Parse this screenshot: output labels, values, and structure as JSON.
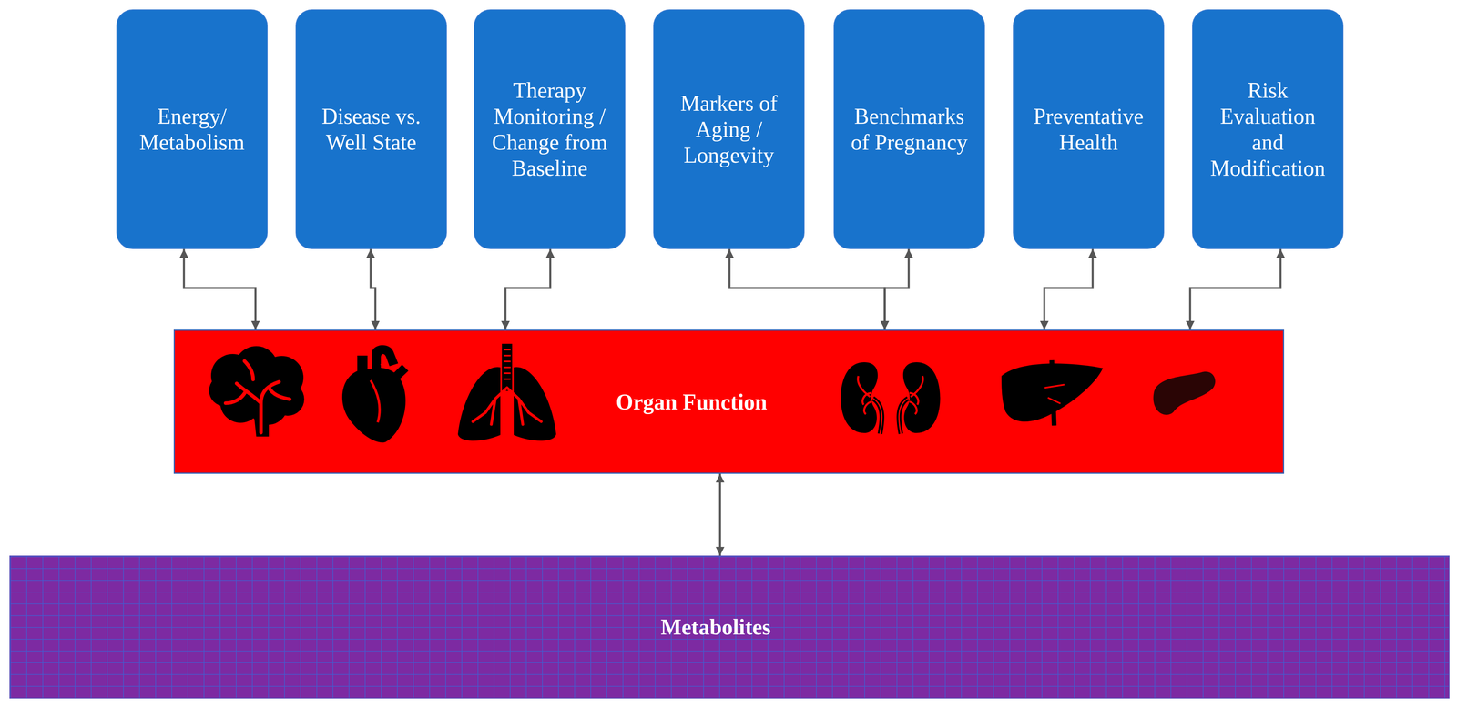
{
  "diagram": {
    "nodes": [
      {
        "text": [
          "Energy/ Metabolism"
        ]
      },
      {
        "text": [
          "Disease vs. Well State"
        ]
      },
      {
        "text": [
          "Therapy Monitoring / Change from Baseline"
        ]
      },
      {
        "text": [
          "Markers of Aging / Longevity"
        ]
      },
      {
        "text": [
          "Benchmarks of Pregnancy"
        ]
      },
      {
        "text": [
          "Preventative Health"
        ]
      },
      {
        "text": [
          "Risk Evaluation and Modification"
        ]
      },
      {
        "text": [
          "Organ Function"
        ]
      },
      {
        "text": [
          "Metabolites"
        ]
      }
    ],
    "edges": [
      {
        "from": 0,
        "to": 7,
        "arrow": "both"
      },
      {
        "from": 1,
        "to": 7,
        "arrow": "both"
      },
      {
        "from": 2,
        "to": 7,
        "arrow": "both"
      },
      {
        "from": 3,
        "to": 7,
        "arrow": "both"
      },
      {
        "from": 4,
        "to": 7,
        "arrow": "both"
      },
      {
        "from": 5,
        "to": 7,
        "arrow": "both"
      },
      {
        "from": 6,
        "to": 7,
        "arrow": "both"
      },
      {
        "from": 7,
        "to": 8,
        "arrow": "both"
      }
    ]
  }
}
